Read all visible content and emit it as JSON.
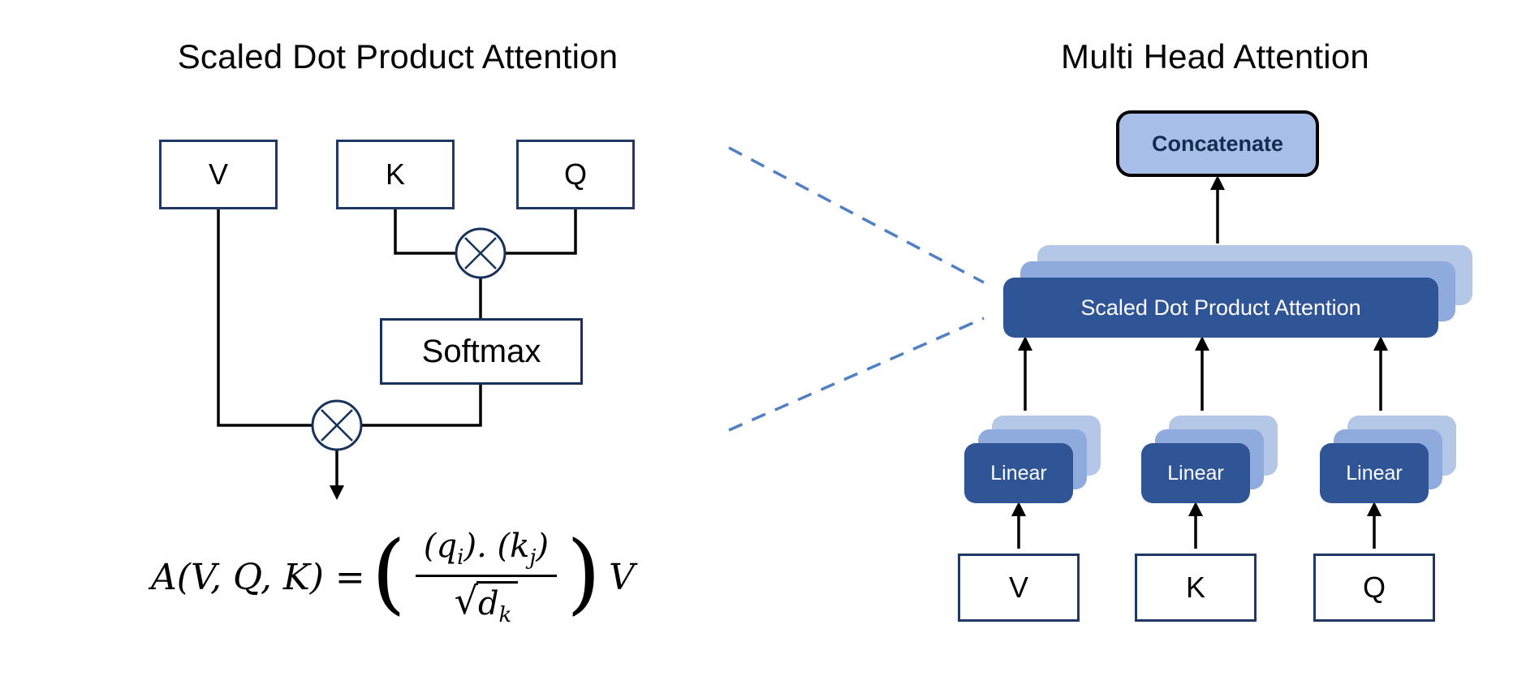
{
  "diagram": {
    "left": {
      "title": "Scaled Dot Product Attention",
      "input_v": "V",
      "input_k": "K",
      "input_q": "Q",
      "softmax": "Softmax",
      "multiply_symbol": "⊗",
      "formula": {
        "lhs": "A(V, Q, K) =",
        "open_paren": "(",
        "num_p1": "(q",
        "num_sub1": "i",
        "num_p2": "). (k",
        "num_sub2": "j",
        "num_p3": ")",
        "sqrt_sign": "√",
        "den_base": "d",
        "den_sub": "k",
        "close_paren": ")",
        "rhs": "V"
      }
    },
    "right": {
      "title": "Multi Head Attention",
      "concatenate": "Concatenate",
      "attention_block": "Scaled Dot Product Attention",
      "linear_v": "Linear",
      "linear_k": "Linear",
      "linear_q": "Linear",
      "input_v": "V",
      "input_k": "K",
      "input_q": "Q"
    },
    "colors": {
      "front_blue": "#2f5597",
      "mid_blue": "#8faadc",
      "light_blue": "#b4c7e7",
      "concat_fill": "#a7bfe8",
      "box_border": "#1f3864",
      "dashed_line": "#4f7fc4",
      "line": "#000000"
    }
  }
}
